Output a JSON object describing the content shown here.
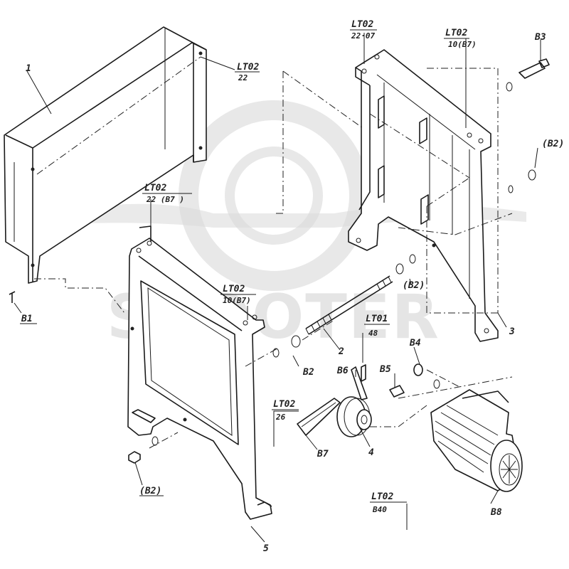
{
  "watermark": {
    "text": "SCOOTER"
  },
  "callouts": {
    "c1": {
      "line1": "LT02",
      "line2": "22"
    },
    "c2": {
      "line1": "LT02",
      "line2": "22·07"
    },
    "c3": {
      "line1": "LT02",
      "line2": "10(B7)"
    },
    "c4": {
      "line1": "LT02",
      "line2": "22 (B7 )"
    },
    "c5": {
      "line1": "LT02",
      "line2": "10(B7)"
    },
    "c6": {
      "line1": "LT01",
      "line2": "48"
    },
    "c7": {
      "line1": "LT02",
      "line2": "26"
    },
    "c8": {
      "line1": "LT02",
      "line2": "B40"
    }
  },
  "parts": {
    "p1": "1",
    "p2": "2",
    "p3": "3",
    "p4": "4",
    "p5": "5",
    "b1": "B1",
    "b2a": "B2",
    "b2b": "(B2)",
    "b2c": "(B2)",
    "b2d": "(B2)",
    "b3": "B3",
    "b4": "B4",
    "b5": "B5",
    "b6": "B6",
    "b7": "B7",
    "b8": "B8"
  }
}
